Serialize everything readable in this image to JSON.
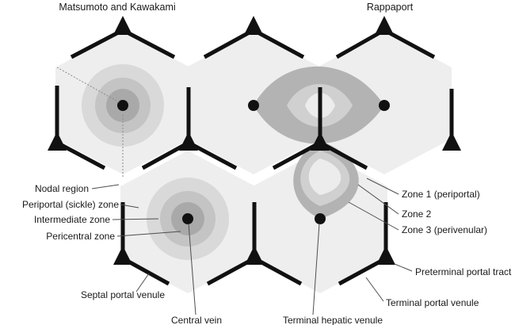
{
  "headers": {
    "left": "Matsumoto and Kawakami",
    "right": "Rappaport"
  },
  "labels": {
    "nodal_region": "Nodal region",
    "periportal_sickle_zone": "Periportal (sickle) zone",
    "intermediate_zone": "Intermediate zone",
    "pericentral_zone": "Pericentral zone",
    "septal_portal_venule": "Septal portal venule",
    "central_vein": "Central vein",
    "terminal_hepatic_venule": "Terminal hepatic venule",
    "zone1": "Zone 1 (periportal)",
    "zone2": "Zone 2",
    "zone3": "Zone 3 (perivenular)",
    "preterminal_portal_tract": "Preterminal portal tract",
    "terminal_portal_venule": "Terminal portal venule"
  },
  "colors": {
    "background": "#ffffff",
    "lobule_fill": "#eeeeee",
    "septa": "#111111",
    "zone_outer": "#d9d9d9",
    "zone_mid": "#c4c4c4",
    "zone_inner": "#a9a9a9",
    "acinus_zone3": "#b3b3b3",
    "acinus_zone2": "#d0d0d0",
    "acinus_zone1": "#ececec"
  }
}
